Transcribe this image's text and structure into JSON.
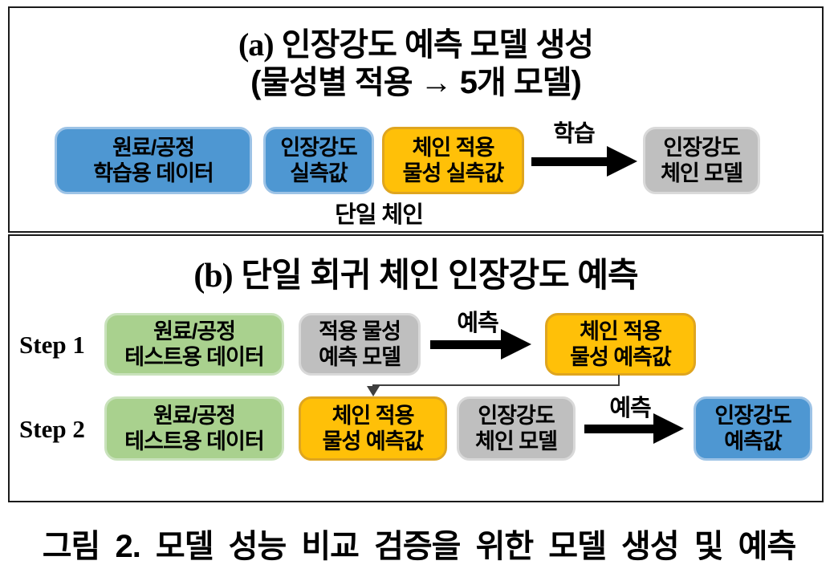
{
  "colors": {
    "blue": {
      "fill": "#4E97D2",
      "border": "#9DC3E6"
    },
    "yellow": {
      "fill": "#FFC008",
      "border": "#DFA51F"
    },
    "gray": {
      "fill": "#BFBFBF",
      "border": "#D9D9D9"
    },
    "green": {
      "fill": "#A9D18E",
      "border": "#C9E2BC"
    },
    "arrow": "#000000",
    "connector": "#3F3F3F",
    "panel_border": "#1A1A1A"
  },
  "section_a": {
    "title_prefix": "(a)",
    "title_line1": "인장강도 예측 모델 생성",
    "title_line2": "(물성별 적용 → 5개 모델)",
    "boxes": [
      {
        "line1": "원료/공정",
        "line2": "학습용 데이터",
        "color": "blue"
      },
      {
        "line1": "인장강도",
        "line2": "실측값",
        "color": "blue"
      },
      {
        "line1": "체인 적용",
        "line2": "물성 실측값",
        "color": "yellow"
      },
      {
        "line1": "인장강도",
        "line2": "체인 모델",
        "color": "gray"
      }
    ],
    "arrow_label": "학습",
    "footnote": "단일 체인"
  },
  "section_b": {
    "title_prefix": "(b)",
    "title": "단일 회귀 체인 인장강도 예측",
    "step1": {
      "label": "Step 1",
      "boxes": [
        {
          "line1": "원료/공정",
          "line2": "테스트용 데이터",
          "color": "green"
        },
        {
          "line1": "적용 물성",
          "line2": "예측 모델",
          "color": "gray"
        },
        {
          "line1": "체인 적용",
          "line2": "물성 예측값",
          "color": "yellow"
        }
      ],
      "arrow_label": "예측"
    },
    "step2": {
      "label": "Step 2",
      "boxes": [
        {
          "line1": "원료/공정",
          "line2": "테스트용 데이터",
          "color": "green"
        },
        {
          "line1": "체인 적용",
          "line2": "물성 예측값",
          "color": "yellow"
        },
        {
          "line1": "인장강도",
          "line2": "체인 모델",
          "color": "gray"
        },
        {
          "line1": "인장강도",
          "line2": "예측값",
          "color": "blue"
        }
      ],
      "arrow_label": "예측"
    }
  },
  "caption": "그림 2. 모델 성능 비교 검증을 위한 모델 생성 및 예측"
}
